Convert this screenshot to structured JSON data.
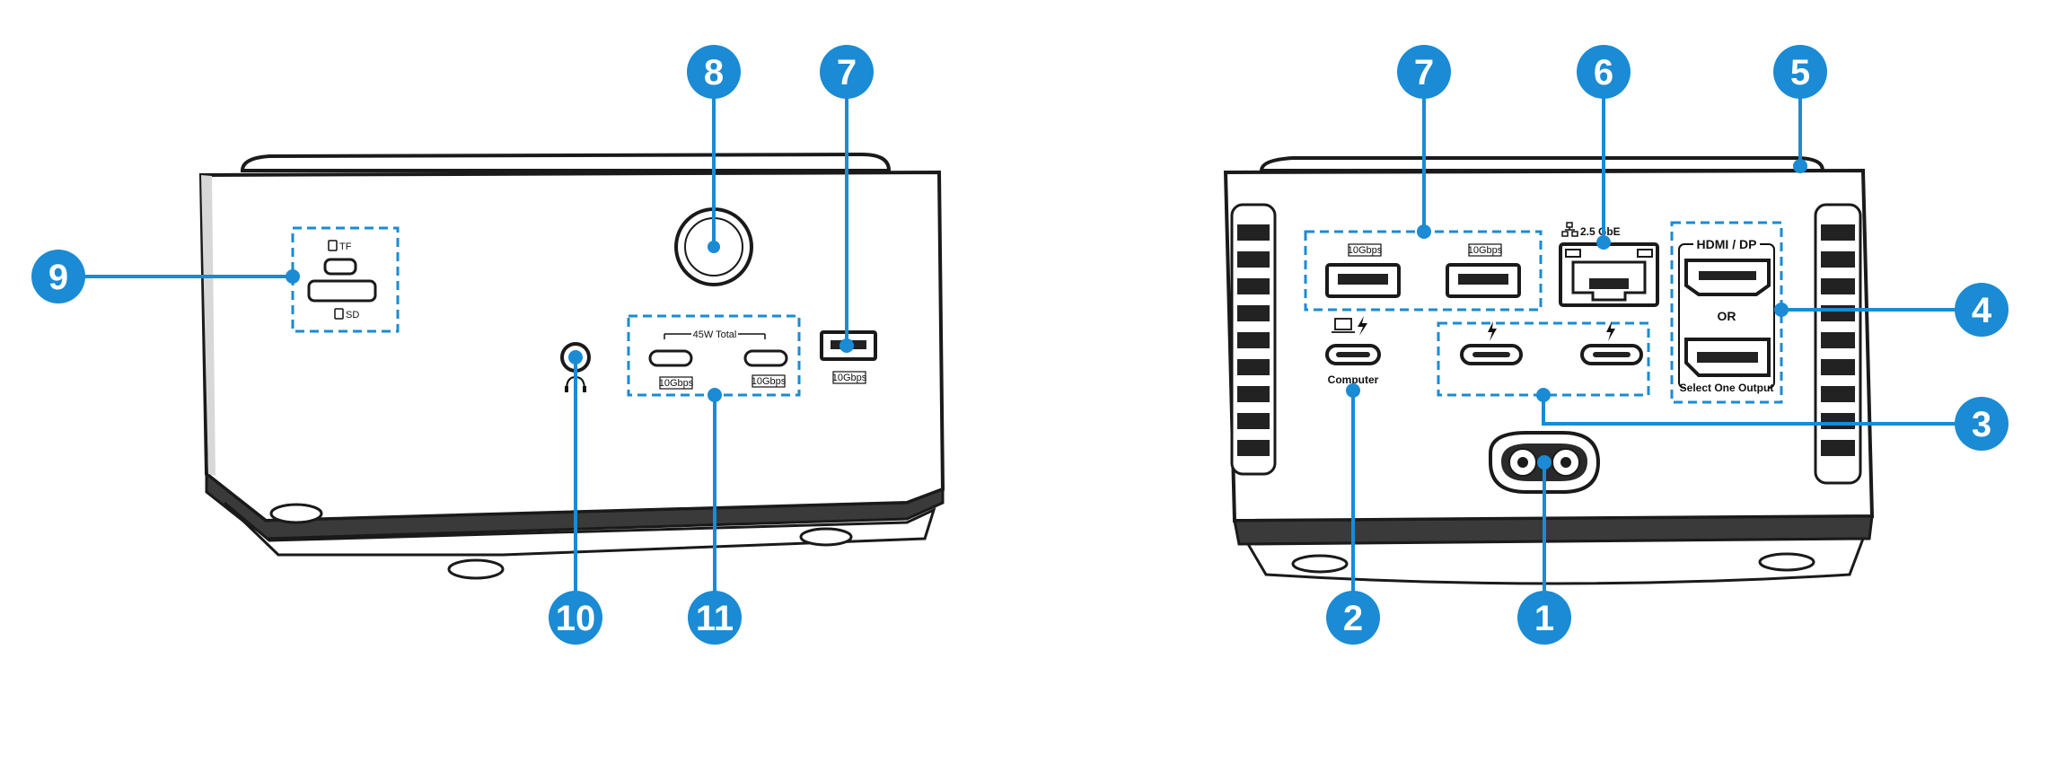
{
  "colors": {
    "accent": "#1a8bd4",
    "body_outline": "#1a1a1a",
    "body_fill": "#ffffff",
    "port_fill": "#222222"
  },
  "front_view": {
    "callouts": {
      "c8": "8",
      "c7": "7",
      "c9": "9",
      "c10": "10",
      "c11": "11"
    },
    "labels": {
      "tf": "TF",
      "sd": "SD",
      "total_45w": "45W Total",
      "usbc1_speed": "10Gbps",
      "usbc2_speed": "10Gbps",
      "usba_speed": "10Gbps"
    },
    "icons": {
      "tf": "sd-card-icon",
      "sd": "sd-card-icon",
      "headphone": "headphone-icon"
    }
  },
  "rear_view": {
    "callouts": {
      "c7": "7",
      "c6": "6",
      "c5": "5",
      "c4": "4",
      "c3": "3",
      "c2": "2",
      "c1": "1"
    },
    "labels": {
      "usba1_speed": "10Gbps",
      "usba2_speed": "10Gbps",
      "ethernet": "2.5 GbE",
      "hdmi_dp": "HDMI / DP",
      "or": "OR",
      "select_one": "Select One Output",
      "computer": "Computer"
    },
    "icons": {
      "ethernet": "network-icon",
      "laptop": "laptop-icon",
      "thunderbolt": "thunderbolt-icon"
    }
  }
}
